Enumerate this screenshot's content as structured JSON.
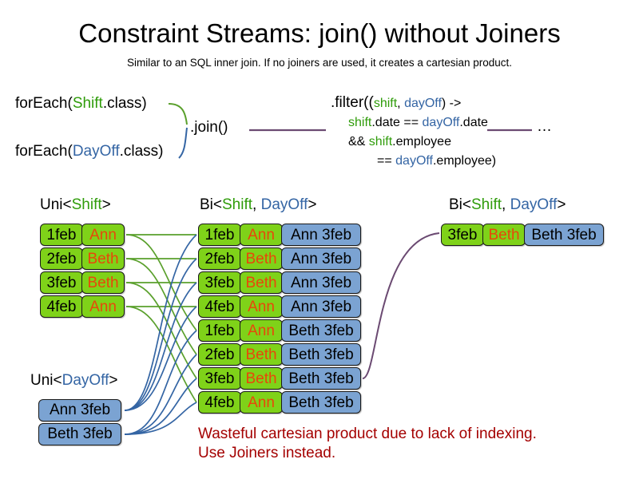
{
  "header": {
    "title": "Constraint Streams: join() without Joiners",
    "subtitle": "Similar to an SQL inner join. If no joiners are used, it creates a cartesian product."
  },
  "code": {
    "forEachShift": {
      "prefix": "forEach(",
      "type": "Shift",
      "suffix": ".class)"
    },
    "forEachDayOff": {
      "prefix": "forEach(",
      "type": "DayOff",
      "suffix": ".class)"
    },
    "join_label": ".join()",
    "ellipsis": "…",
    "filter": {
      "line1_a": ".filter((",
      "line1_shift": "shift",
      "line1_comma": ", ",
      "line1_dayoff": "dayOff",
      "line1_b": ") ->",
      "line2_shift": "shift",
      "line2_mid": ".date == ",
      "line2_dayoff": "dayOff",
      "line2_end": ".date",
      "line3_and": "&& ",
      "line3_shift": "shift",
      "line3_end": ".employee",
      "line4_eq": "== ",
      "line4_dayoff": "dayOff",
      "line4_end": ".employee)"
    }
  },
  "captions": {
    "uni_shift": {
      "pre": "Uni<",
      "type": "Shift",
      "post": ">"
    },
    "bi_middle": {
      "pre": "Bi<",
      "type1": "Shift",
      "sep": ", ",
      "type2": "DayOff",
      "post": ">"
    },
    "bi_right": {
      "pre": "Bi<",
      "type1": "Shift",
      "sep": ", ",
      "type2": "DayOff",
      "post": ">"
    },
    "uni_dayoff": {
      "pre": "Uni<",
      "type": "DayOff",
      "post": ">"
    }
  },
  "uni_shift_rows": [
    {
      "date": "1feb",
      "name": "Ann"
    },
    {
      "date": "2feb",
      "name": "Beth"
    },
    {
      "date": "3feb",
      "name": "Beth"
    },
    {
      "date": "4feb",
      "name": "Ann"
    }
  ],
  "uni_dayoff_rows": [
    {
      "pair": "Ann 3feb"
    },
    {
      "pair": "Beth 3feb"
    }
  ],
  "bi_middle_rows": [
    {
      "date": "1feb",
      "name": "Ann",
      "pair": "Ann 3feb"
    },
    {
      "date": "2feb",
      "name": "Beth",
      "pair": "Ann 3feb"
    },
    {
      "date": "3feb",
      "name": "Beth",
      "pair": "Ann 3feb"
    },
    {
      "date": "4feb",
      "name": "Ann",
      "pair": "Ann 3feb"
    },
    {
      "date": "1feb",
      "name": "Ann",
      "pair": "Beth 3feb"
    },
    {
      "date": "2feb",
      "name": "Beth",
      "pair": "Beth 3feb"
    },
    {
      "date": "3feb",
      "name": "Beth",
      "pair": "Beth 3feb"
    },
    {
      "date": "4feb",
      "name": "Ann",
      "pair": "Beth 3feb"
    }
  ],
  "bi_right_row": {
    "date": "3feb",
    "name": "Beth",
    "pair": "Beth 3feb"
  },
  "warning": {
    "line1": "Wasteful cartesian product due to lack of indexing.",
    "line2": "Use Joiners instead."
  },
  "colors": {
    "shift_green": "#2f9c0a",
    "dayoff_blue": "#3465a4",
    "box_green": "#7fd219",
    "box_blue": "#7ba3d2",
    "name_orange": "#e8470a",
    "warning_red": "#a40000",
    "connector_purple": "#6b4a72"
  }
}
